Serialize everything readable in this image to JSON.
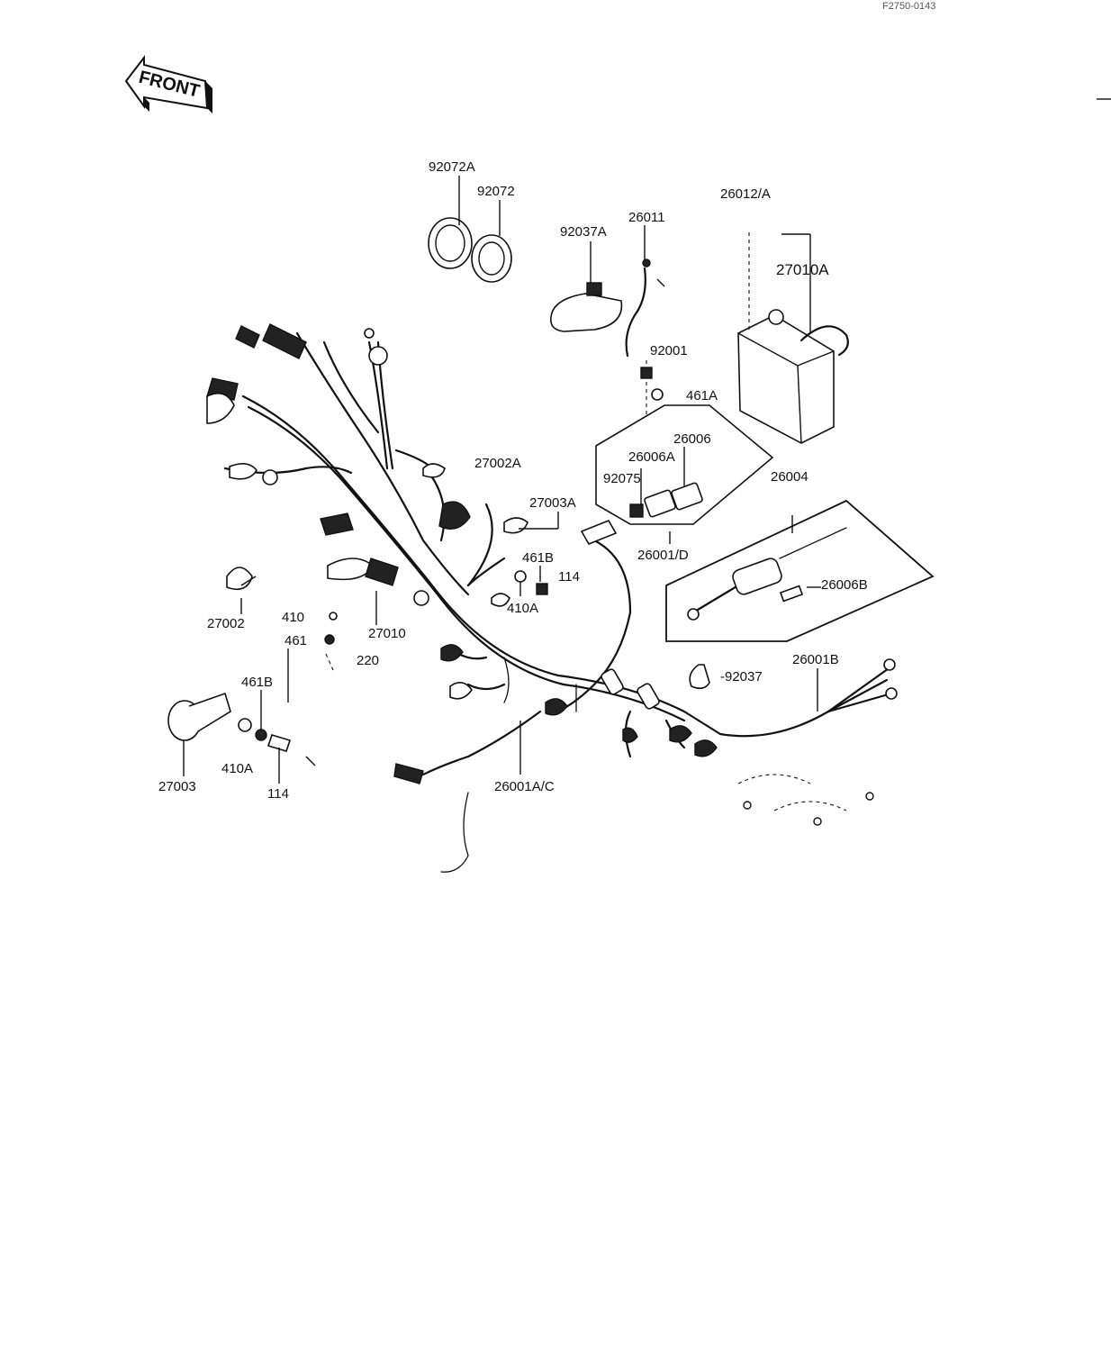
{
  "page": {
    "drawing_code": "F2750-0143"
  },
  "front_label": "FRONT",
  "labels": {
    "l_92072A": "92072A",
    "l_92072": "92072",
    "l_92037A": "92037A",
    "l_26011": "26011",
    "l_26012A": "26012/A",
    "l_27010A": "27010A",
    "l_92001": "92001",
    "l_461A": "461A",
    "l_26006": "26006",
    "l_26006A": "26006A",
    "l_92075": "92075",
    "l_26004": "26004",
    "l_26001D": "26001/D",
    "l_26006B": "26006B",
    "l_27002A": "27002A",
    "l_27003A": "27003A",
    "l_461B_a": "461B",
    "l_114_a": "114",
    "l_410A_a": "410A",
    "l_27002": "27002",
    "l_410": "410",
    "l_461": "461",
    "l_220": "220",
    "l_27010": "27010",
    "l_461B_b": "461B",
    "l_410A_b": "410A",
    "l_114_b": "114",
    "l_27003": "27003",
    "l_92037": "-92037",
    "l_26001B": "26001B",
    "l_26001AC": "26001A/C"
  }
}
